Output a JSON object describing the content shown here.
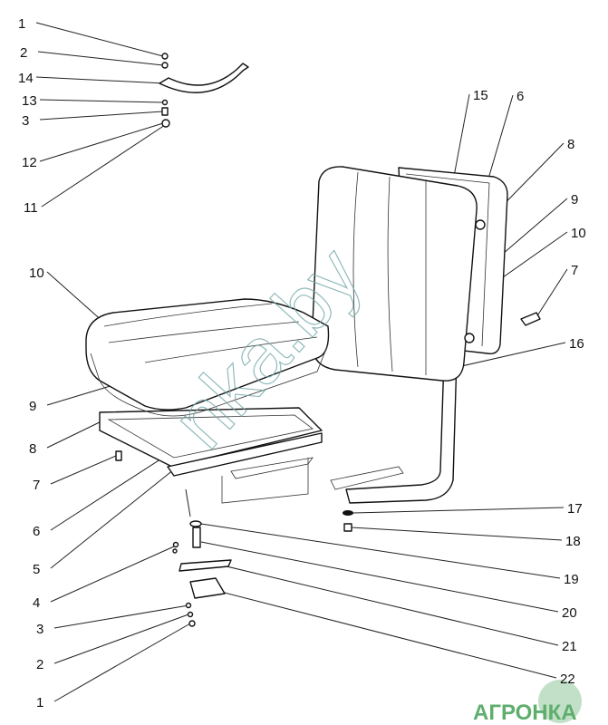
{
  "callouts_left": [
    "1",
    "2",
    "14",
    "13",
    "3",
    "12",
    "11",
    "10",
    "9",
    "8",
    "7",
    "6",
    "5",
    "4",
    "3",
    "2",
    "1"
  ],
  "callouts_right": [
    "15",
    "6",
    "8",
    "9",
    "10",
    "7",
    "16",
    "17",
    "18",
    "19",
    "20",
    "21",
    "22"
  ],
  "watermark": "nka.by",
  "logo": {
    "text": "АГРОНКА",
    "color": "#8fc79a"
  }
}
